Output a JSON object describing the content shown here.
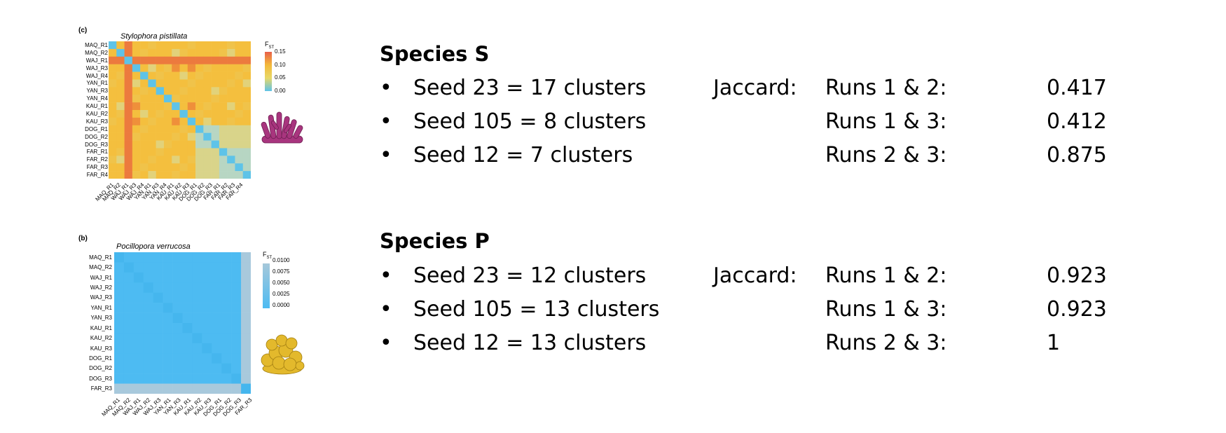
{
  "panel_c": {
    "label": "(c)",
    "title": "Stylophora pistillata",
    "legend_title": "F",
    "legend_sub": "ST",
    "legend_ticks": [
      "0.15",
      "0.10",
      "0.05",
      "0.00"
    ],
    "legend_colors": [
      "#e8604a",
      "#f3b93a",
      "#e8d867",
      "#5ec3e8"
    ],
    "labels": [
      "MAQ_R1",
      "MAQ_R2",
      "WAJ_R1",
      "WAJ_R3",
      "WAJ_R4",
      "YAN_R1",
      "YAN_R3",
      "YAN_R4",
      "KAU_R1",
      "KAU_R2",
      "KAU_R3",
      "DOG_R1",
      "DOG_R2",
      "DOG_R3",
      "FAR_R1",
      "FAR_R2",
      "FAR_R3",
      "FAR_R4"
    ],
    "coral_icon": "pink-branching-coral-icon"
  },
  "panel_b": {
    "label": "(b)",
    "title": "Pocillopora verrucosa",
    "legend_title": "F",
    "legend_sub": "ST",
    "legend_ticks": [
      "0.0100",
      "0.0075",
      "0.0050",
      "0.0025",
      "0.0000"
    ],
    "legend_colors": [
      "#a6c8da",
      "#4dbbf2"
    ],
    "labels": [
      "MAQ_R1",
      "MAQ_R2",
      "WAJ_R1",
      "WAJ_R2",
      "WAJ_R3",
      "YAN_R1",
      "YAN_R3",
      "KAU_R1",
      "KAU_R2",
      "KAU_R3",
      "DOG_R1",
      "DOG_R2",
      "DOG_R3",
      "FAR_R3"
    ],
    "coral_icon": "yellow-cauliflower-coral-icon"
  },
  "species_s": {
    "title": "Species S",
    "seeds": [
      "Seed 23 =  17 clusters",
      "Seed 105 =  8 clusters",
      "Seed 12 = 7 clusters"
    ],
    "jaccard_label": "Jaccard:",
    "runs": [
      "Runs 1 & 2:",
      "Runs 1 & 3:",
      "Runs 2 & 3:"
    ],
    "values": [
      "0.417",
      "0.412",
      "0.875"
    ]
  },
  "species_p": {
    "title": "Species P",
    "seeds": [
      "Seed 23 =  12 clusters",
      "Seed 105 = 13 clusters",
      "Seed 12 = 13 clusters"
    ],
    "jaccard_label": "Jaccard:",
    "runs": [
      "Runs 1 & 2:",
      "Runs 1 & 3:",
      "Runs 2 & 3:"
    ],
    "values": [
      "0.923",
      "0.923",
      "1"
    ]
  }
}
